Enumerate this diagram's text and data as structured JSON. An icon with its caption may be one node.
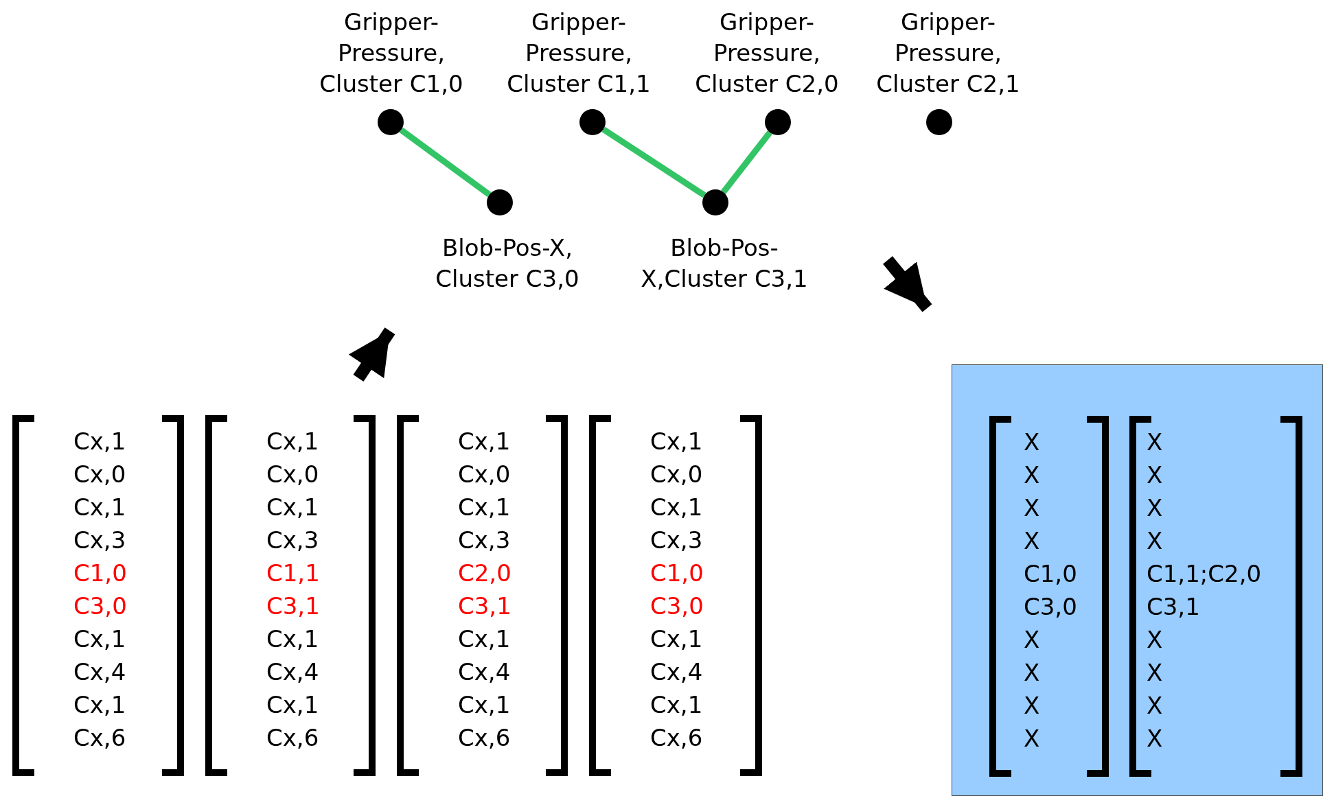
{
  "diagram": {
    "nodes": [
      {
        "text": [
          "Gripper-Pressure, Cluster C1,0"
        ]
      },
      {
        "text": [
          "Gripper-Pressure, Cluster C1,1"
        ]
      },
      {
        "text": [
          "Gripper-Pressure, Cluster C2,0"
        ]
      },
      {
        "text": [
          "Gripper-Pressure, Cluster C2,1"
        ]
      },
      {
        "text": [
          "Blob-Pos-X, Cluster C3,0"
        ]
      },
      {
        "text": [
          "Blob-Pos-X,Cluster C3,1"
        ]
      },
      {
        "text": [
          "Cx,1",
          "Cx,0",
          "Cx,1",
          "Cx,3",
          "C1,0",
          "C3,0",
          "Cx,1",
          "Cx,4",
          "Cx,1",
          "Cx,6"
        ]
      },
      {
        "text": [
          "Cx,1",
          "Cx,0",
          "Cx,1",
          "Cx,3",
          "C1,1",
          "C3,1",
          "Cx,1",
          "Cx,4",
          "Cx,1",
          "Cx,6"
        ]
      },
      {
        "text": [
          "Cx,1",
          "Cx,0",
          "Cx,1",
          "Cx,3",
          "C2,0",
          "C3,1",
          "Cx,1",
          "Cx,4",
          "Cx,1",
          "Cx,6"
        ]
      },
      {
        "text": [
          "Cx,1",
          "Cx,0",
          "Cx,1",
          "Cx,3",
          "C1,0",
          "C3,0",
          "Cx,1",
          "Cx,4",
          "Cx,1",
          "Cx,6"
        ]
      },
      {
        "text": [],
        "shape": "box"
      },
      {
        "text": [
          "X",
          "X",
          "X",
          "X",
          "C1,0",
          "C3,0",
          "X",
          "X",
          "X",
          "X"
        ],
        "in": 10
      },
      {
        "text": [
          "X",
          "X",
          "X",
          "X",
          "C1,1;C2,0",
          "C3,1",
          "X",
          "X",
          "X",
          "X"
        ],
        "in": 10
      }
    ],
    "edges": [
      {
        "from": 0,
        "to": 4,
        "arrow": "none"
      },
      {
        "from": 1,
        "to": 5,
        "arrow": "none"
      },
      {
        "from": 2,
        "to": 5,
        "arrow": "none"
      },
      {
        "from": null,
        "to": 4,
        "arrow": "to",
        "style": "thick",
        "color": "#000000"
      },
      {
        "from": null,
        "to": 10,
        "arrow": "to",
        "style": "thick",
        "color": "#000000"
      }
    ]
  }
}
